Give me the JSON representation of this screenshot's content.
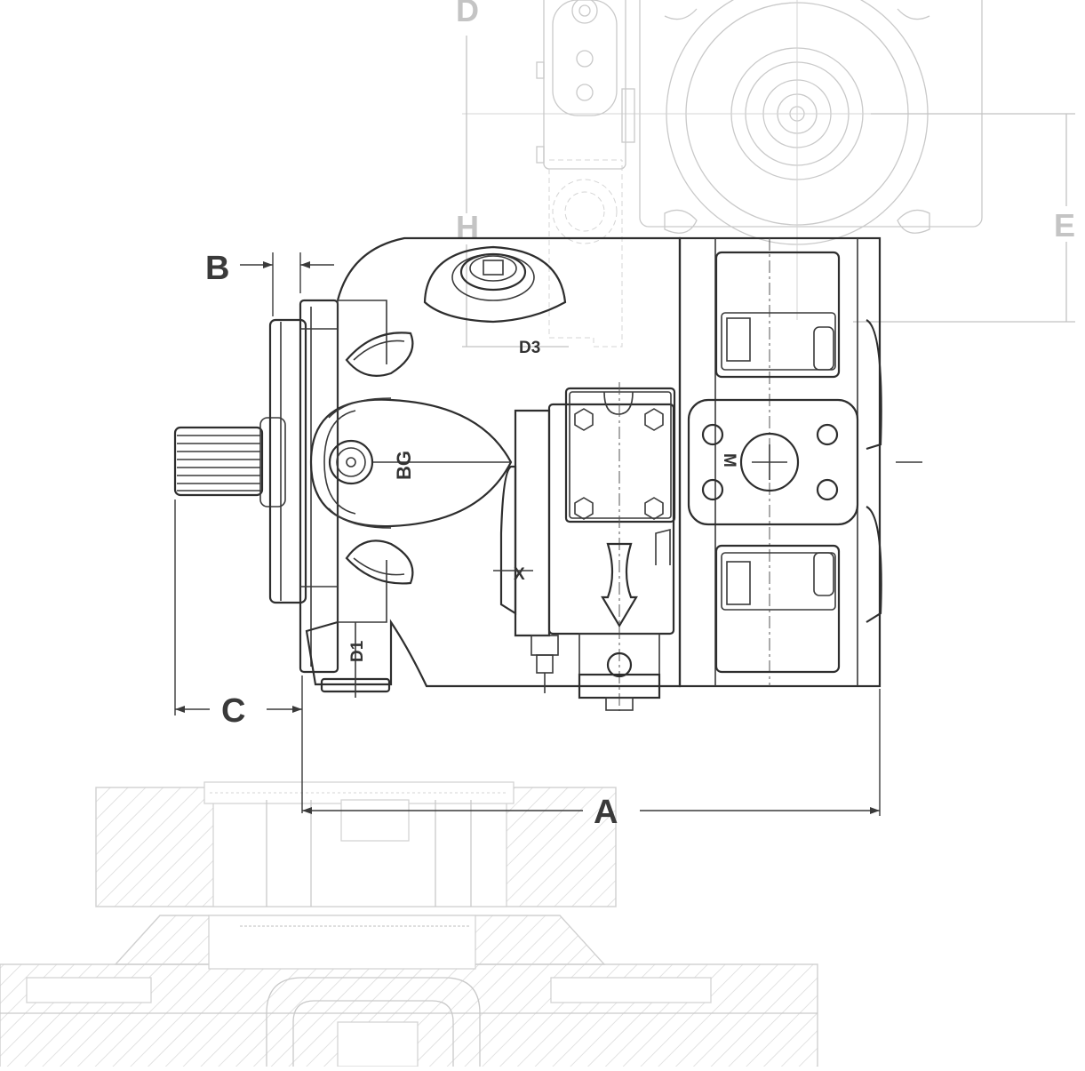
{
  "drawing": {
    "dimension_labels": {
      "a": "A",
      "b": "B",
      "c": "C",
      "d": "D",
      "e": "E",
      "h": "H"
    },
    "port_labels": {
      "d3": "D3",
      "bg": "BG",
      "d1": "D1",
      "x": "X",
      "m": "M"
    }
  }
}
